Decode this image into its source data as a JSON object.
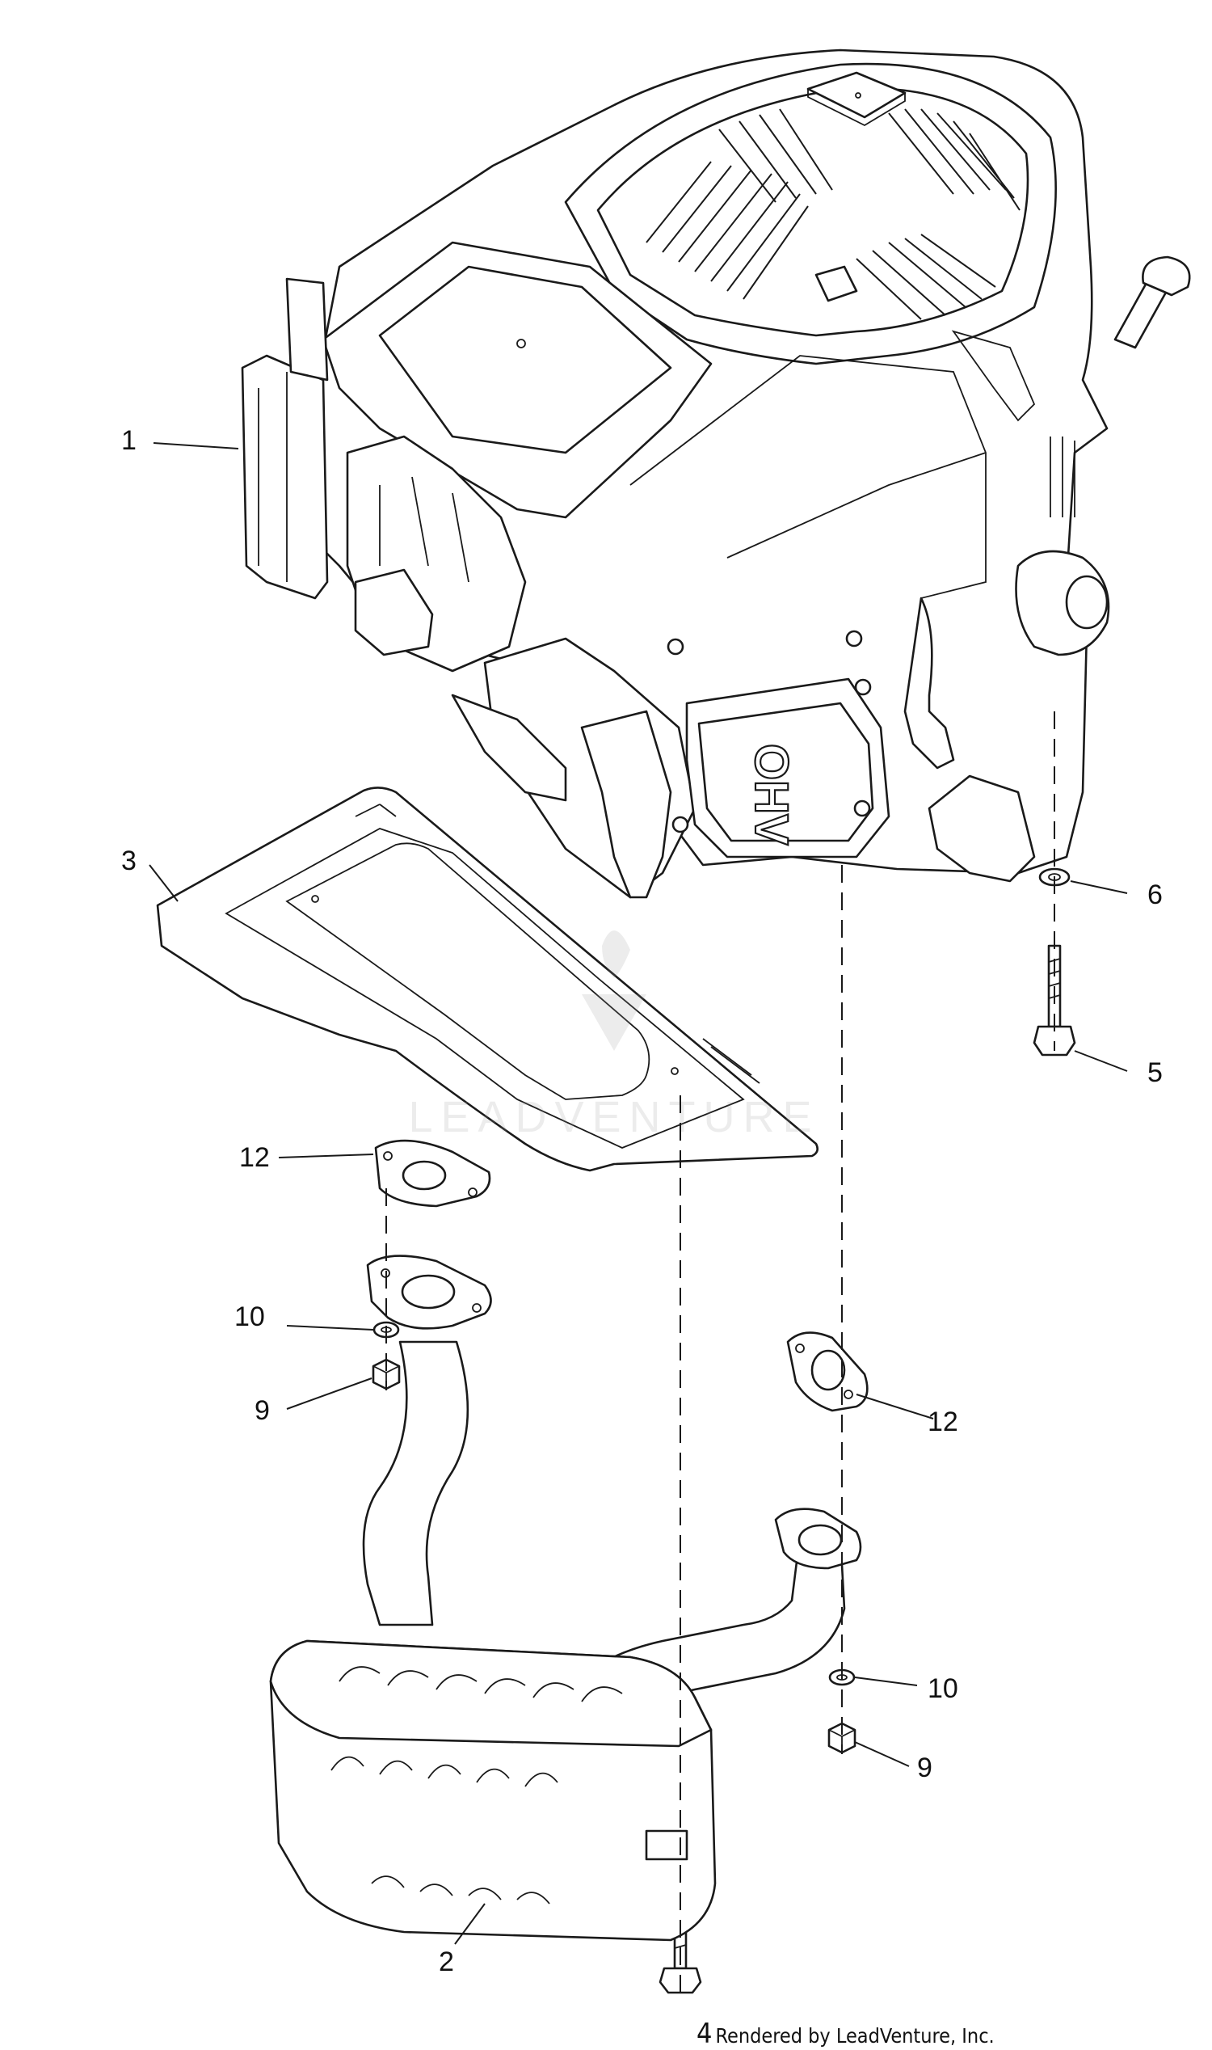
{
  "callouts": [
    {
      "id": "c1",
      "label": "1"
    },
    {
      "id": "c3",
      "label": "3"
    },
    {
      "id": "c6",
      "label": "6"
    },
    {
      "id": "c5",
      "label": "5"
    },
    {
      "id": "c12a",
      "label": "12"
    },
    {
      "id": "c10a",
      "label": "10"
    },
    {
      "id": "c9a",
      "label": "9"
    },
    {
      "id": "c12b",
      "label": "12"
    },
    {
      "id": "c10b",
      "label": "10"
    },
    {
      "id": "c9b",
      "label": "9"
    },
    {
      "id": "c2",
      "label": "2"
    },
    {
      "id": "c4",
      "label": "4"
    }
  ],
  "engine_mark": "OHV",
  "watermark": "LEADVENTURE",
  "credit": "Rendered by LeadVenture, Inc."
}
